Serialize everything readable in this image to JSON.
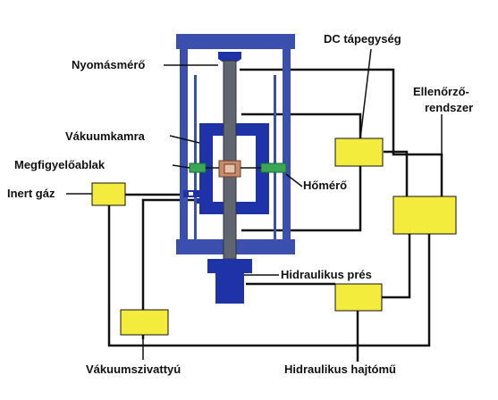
{
  "labels": {
    "pressure_gauge": "Nyomásmérő",
    "vacuum_chamber": "Vákuumkamra",
    "observation_window": "Megfigyelőablak",
    "inert_gas": "Inert gáz",
    "thermometer": "Hőmérő",
    "dc_power_supply": "DC tápegység",
    "control_system_line1": "Ellenőrző-",
    "control_system_line2": "rendszer",
    "hydraulic_press": "Hidraulikus prés",
    "vacuum_pump": "Vákuumszivattyú",
    "hydraulic_drive": "Hidraulikus hajtómű"
  },
  "colors": {
    "frame_blue": "#3a4fae",
    "dark_blue": "#1f33a8",
    "box_yellow": "#f3ec3d",
    "rod_gray": "#5f6670",
    "window_green": "#3aa655",
    "sample_brown": "#c98a6a",
    "wire_black": "#111111"
  }
}
